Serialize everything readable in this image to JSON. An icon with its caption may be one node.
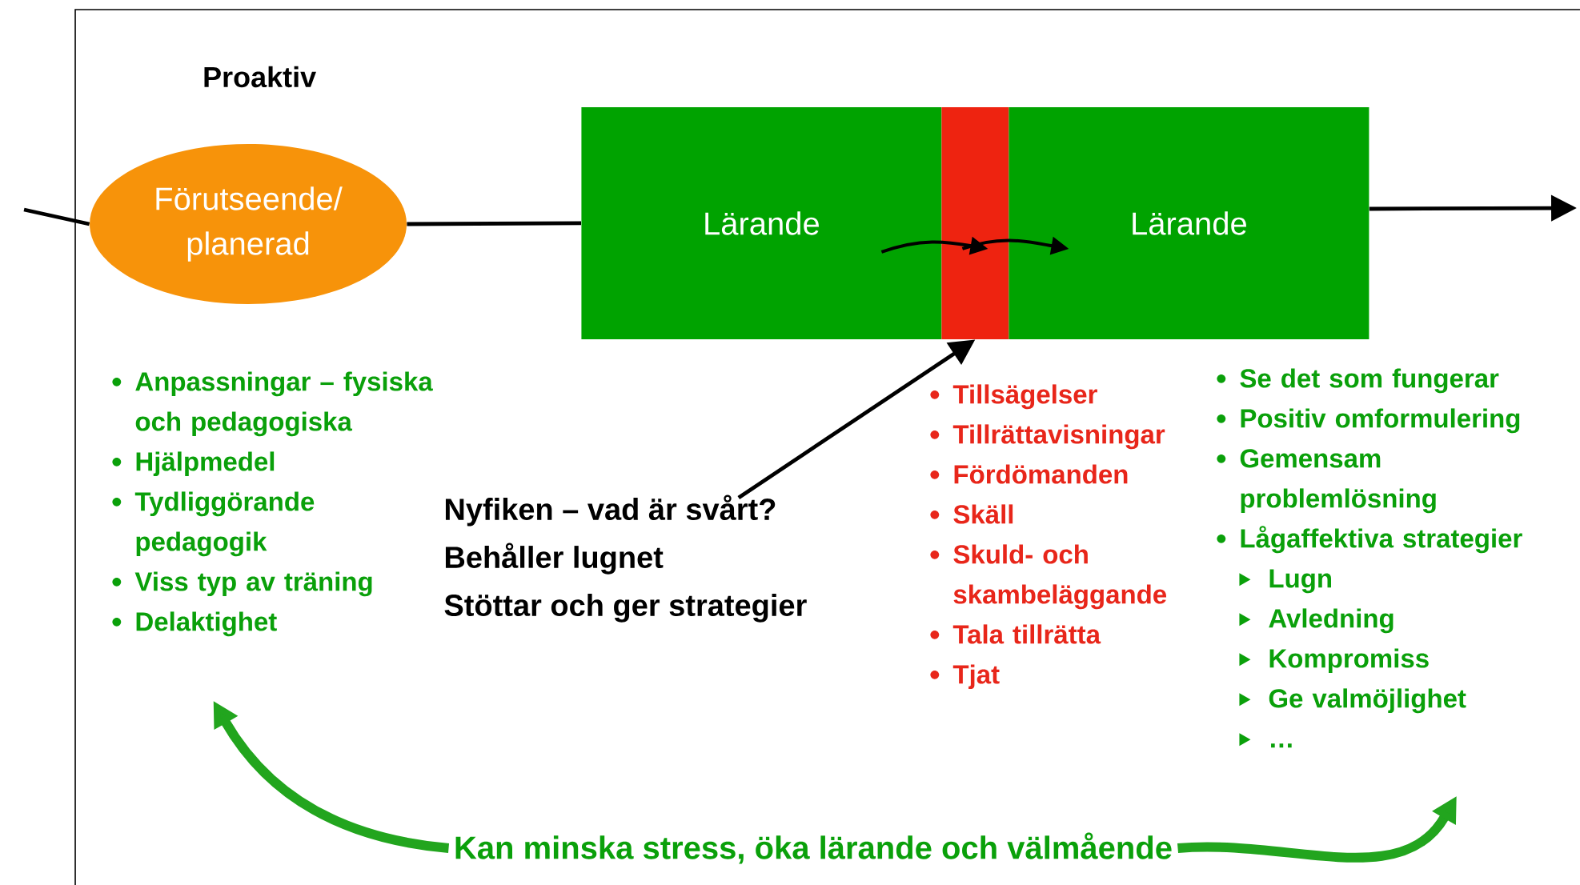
{
  "diagram": {
    "nodes": [
      {
        "text": [
          "Förutseende/ planerad"
        ]
      },
      {
        "text": [
          "Lärande"
        ]
      },
      {
        "text": [],
        "shape": "bar"
      },
      {
        "text": [
          "Lärande"
        ]
      },
      {
        "text": [
          "Nyfiken – vad är svårt?",
          "Behåller lugnet",
          "Stöttar och ger strategier"
        ]
      },
      {
        "text": [
          "Anpassningar – fysiska och pedagogiska",
          "Hjälpmedel",
          "Tydliggörande pedagogik",
          "Viss typ av träning",
          "Delaktighet"
        ]
      },
      {
        "text": [
          "Tillsägelser",
          "Tillrättavisningar",
          "Fördömanden",
          "Skäll",
          "Skuld- och skambeläggande",
          "Tala tillrätta",
          "Tjat"
        ]
      },
      {
        "text": [
          "Se det som fungerar",
          "Positiv omformulering",
          "Gemensam problemlösning",
          "Lågaffektiva strategier",
          "Lugn",
          "Avledning",
          "Kompromiss",
          "Ge valmöjlighet",
          "…"
        ]
      },
      {
        "text": [
          "Kan minska stress, öka lärande och välmående"
        ]
      }
    ],
    "edges": [
      {
        "from": null,
        "to": 0,
        "arrow": "none"
      },
      {
        "from": 0,
        "to": 1,
        "arrow": "none"
      },
      {
        "from": 1,
        "to": 2,
        "arrow": "to"
      },
      {
        "from": 2,
        "to": 3,
        "arrow": "to"
      },
      {
        "from": 3,
        "to": null,
        "arrow": "to"
      },
      {
        "from": 4,
        "to": 2,
        "arrow": "to"
      },
      {
        "from": 8,
        "to": 5,
        "arrow": "to",
        "style": "thick",
        "color": "#22a51e"
      },
      {
        "from": 8,
        "to": 7,
        "arrow": "to",
        "style": "thick",
        "color": "#22a51e"
      }
    ],
    "labels": [
      "Proaktiv"
    ]
  }
}
